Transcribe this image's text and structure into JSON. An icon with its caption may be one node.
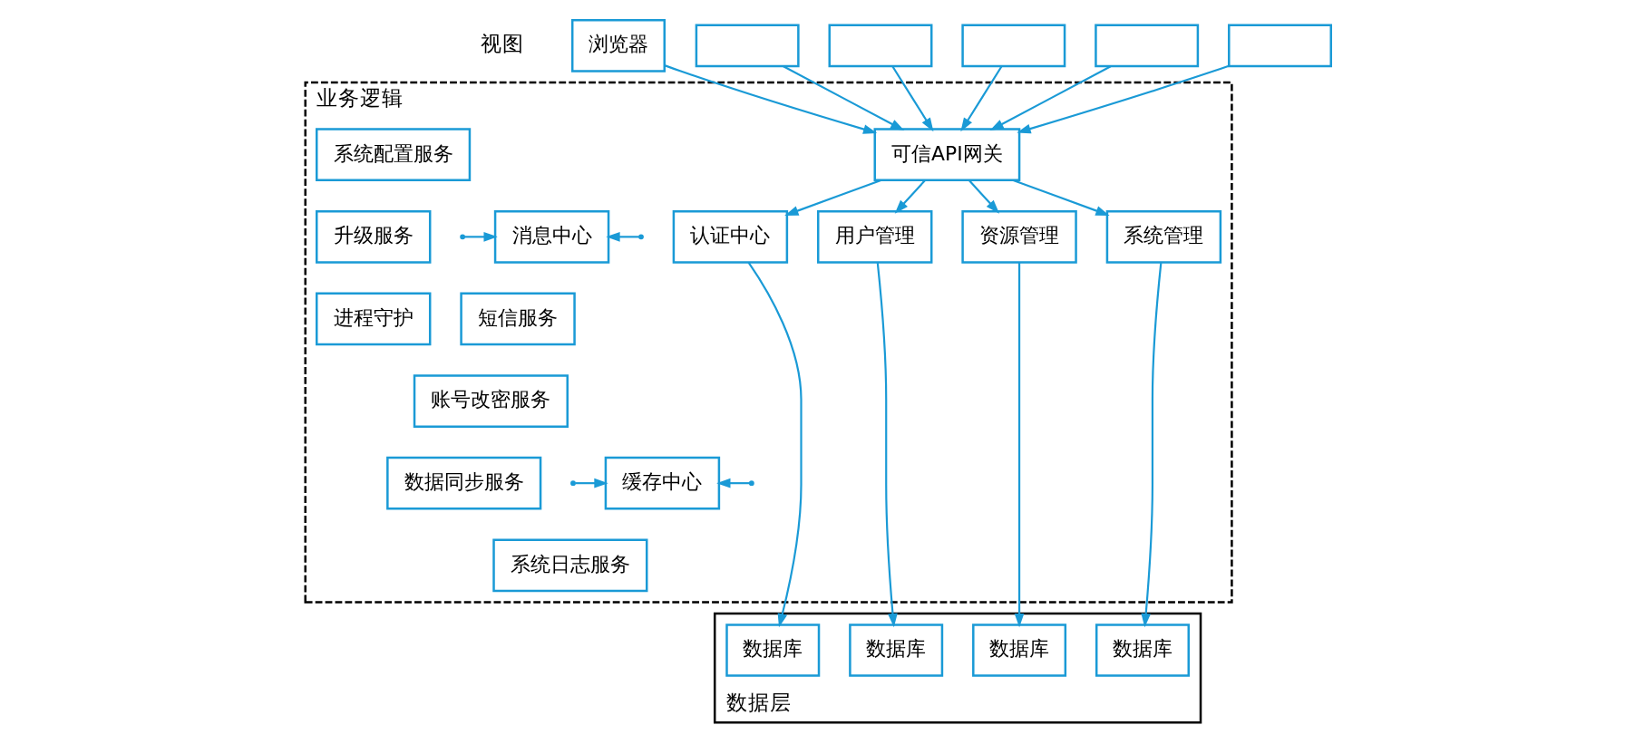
{
  "diagram": {
    "nodes": [
      {
        "text": [
          "浏览器"
        ]
      },
      {
        "text": [],
        "shape": "box"
      },
      {
        "text": [],
        "shape": "box"
      },
      {
        "text": [],
        "shape": "box"
      },
      {
        "text": [],
        "shape": "box"
      },
      {
        "text": [],
        "shape": "box"
      },
      {
        "text": [
          "业务逻辑"
        ]
      },
      {
        "text": [
          "可信API网关"
        ],
        "in": 6
      },
      {
        "text": [
          "认证中心"
        ],
        "in": 6
      },
      {
        "text": [
          "用户管理"
        ],
        "in": 6
      },
      {
        "text": [
          "资源管理"
        ],
        "in": 6
      },
      {
        "text": [
          "系统管理"
        ],
        "in": 6
      },
      {
        "text": [
          "消息中心"
        ],
        "in": 6
      },
      {
        "text": [
          "缓存中心"
        ],
        "in": 6
      },
      {
        "text": [
          "系统配置服务"
        ],
        "in": 6
      },
      {
        "text": [
          "升级服务"
        ],
        "in": 6
      },
      {
        "text": [
          "短信服务"
        ],
        "in": 6
      },
      {
        "text": [
          "账号改密服务"
        ],
        "in": 6
      },
      {
        "text": [
          "数据同步服务"
        ],
        "in": 6
      },
      {
        "text": [
          "系统日志服务"
        ],
        "in": 6
      },
      {
        "text": [
          "进程守护"
        ],
        "in": 6
      },
      {
        "text": [
          "数据层"
        ]
      },
      {
        "text": [
          "数据库"
        ],
        "in": 21
      },
      {
        "text": [
          "数据库"
        ],
        "in": 21
      },
      {
        "text": [
          "数据库"
        ],
        "in": 21
      },
      {
        "text": [
          "数据库"
        ],
        "in": 21
      }
    ],
    "edges": [
      {
        "from": 0,
        "to": 7,
        "arrow": "to"
      },
      {
        "from": 1,
        "to": 7,
        "arrow": "to"
      },
      {
        "from": 2,
        "to": 7,
        "arrow": "to"
      },
      {
        "from": 3,
        "to": 7,
        "arrow": "to"
      },
      {
        "from": 4,
        "to": 7,
        "arrow": "to"
      },
      {
        "from": 5,
        "to": 7,
        "arrow": "to"
      },
      {
        "from": 7,
        "to": 8,
        "arrow": "to"
      },
      {
        "from": 7,
        "to": 9,
        "arrow": "to"
      },
      {
        "from": 7,
        "to": 10,
        "arrow": "to"
      },
      {
        "from": 7,
        "to": 11,
        "arrow": "to"
      },
      {
        "from": null,
        "to": 12,
        "arrow": "to"
      },
      {
        "from": null,
        "to": 12,
        "arrow": "to"
      },
      {
        "from": null,
        "to": 13,
        "arrow": "to"
      },
      {
        "from": null,
        "to": 13,
        "arrow": "to"
      },
      {
        "from": 8,
        "to": 22,
        "arrow": "to"
      },
      {
        "from": 9,
        "to": 23,
        "arrow": "to"
      },
      {
        "from": 10,
        "to": 24,
        "arrow": "to"
      },
      {
        "from": 11,
        "to": 25,
        "arrow": "to"
      }
    ],
    "labels": [
      "视图"
    ]
  }
}
